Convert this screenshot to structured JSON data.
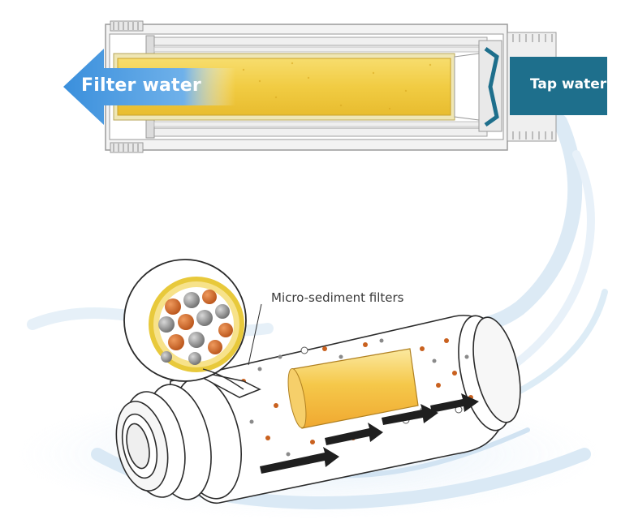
{
  "labels": {
    "filter_water": "Filter water",
    "tap_water": "Tap water",
    "micro_sediment": "Micro-sediment filters"
  },
  "colors": {
    "filter_arrow": "#3a8fdc",
    "tap_box": "#1e6f8c",
    "filter_core": "#f2cf4a",
    "particle_orange": "#c9611f",
    "particle_grey": "#8a8a8a",
    "water_splash": "#cfe2f2"
  }
}
